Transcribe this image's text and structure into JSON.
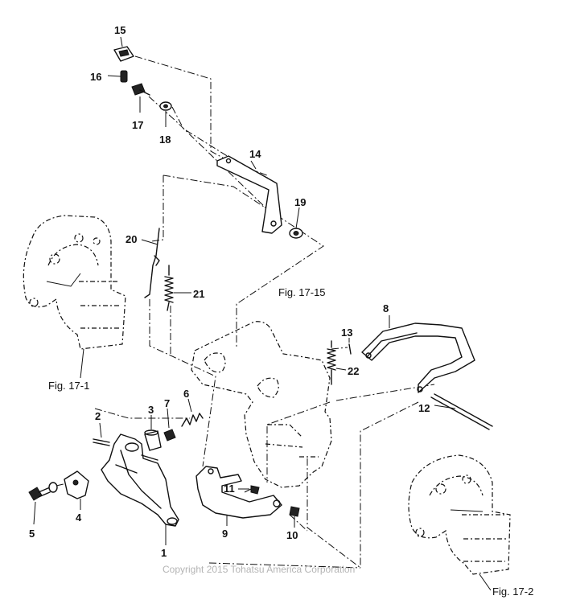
{
  "diagram": {
    "part_labels": {
      "p1": "1",
      "p2": "2",
      "p3": "3",
      "p4": "4",
      "p5": "5",
      "p6": "6",
      "p7": "7",
      "p8": "8",
      "p9": "9",
      "p10": "10",
      "p11": "11",
      "p12": "12",
      "p13": "13",
      "p14": "14",
      "p15": "15",
      "p16": "16",
      "p17": "17",
      "p18": "18",
      "p19": "19",
      "p20": "20",
      "p21": "21",
      "p22": "22"
    },
    "figure_refs": {
      "fig_17_15": "Fig. 17-15",
      "fig_17_1": "Fig. 17-1",
      "fig_17_2": "Fig. 17-2"
    },
    "copyright": "Copyright 2015 Tohatsu America Corporation"
  }
}
